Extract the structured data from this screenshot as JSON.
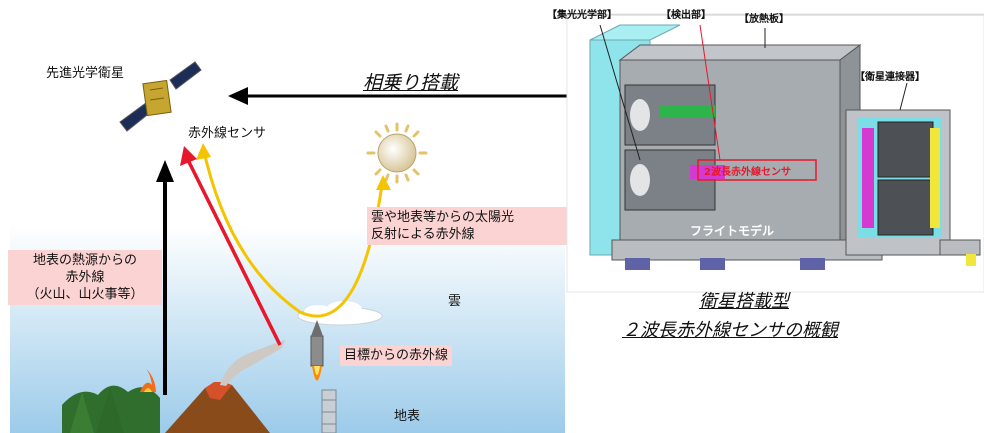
{
  "labels": {
    "satellite": "先進光学衛星",
    "sensor": "赤外線センサ",
    "piggyback": "相乗り搭載",
    "heat_source": [
      "地表の熱源からの",
      "赤外線",
      "（火山、山火事等）"
    ],
    "sun_reflection": [
      "雲や地表等からの太陽光",
      "反射による赤外線"
    ],
    "cloud": "雲",
    "target": "目標からの赤外線",
    "ground": "地表"
  },
  "model": {
    "optics": "【集光光学部】",
    "detector": "【検出部】",
    "radiator": "【放熱板】",
    "connector": "【衛星連接器】",
    "sensor_tag": "2波長赤外線センサ",
    "flight_model": "フライトモデル",
    "caption_1": "衛星搭載型",
    "caption_2": "２波長赤外線センサの概観"
  },
  "colors": {
    "sky_top": "#ffffff",
    "sky_bottom": "#9ccbea",
    "arrow_black": "#000000",
    "arrow_red": "#e8172b",
    "arrow_yellow": "#f5c400",
    "pink_box": "#fbd3d3"
  }
}
